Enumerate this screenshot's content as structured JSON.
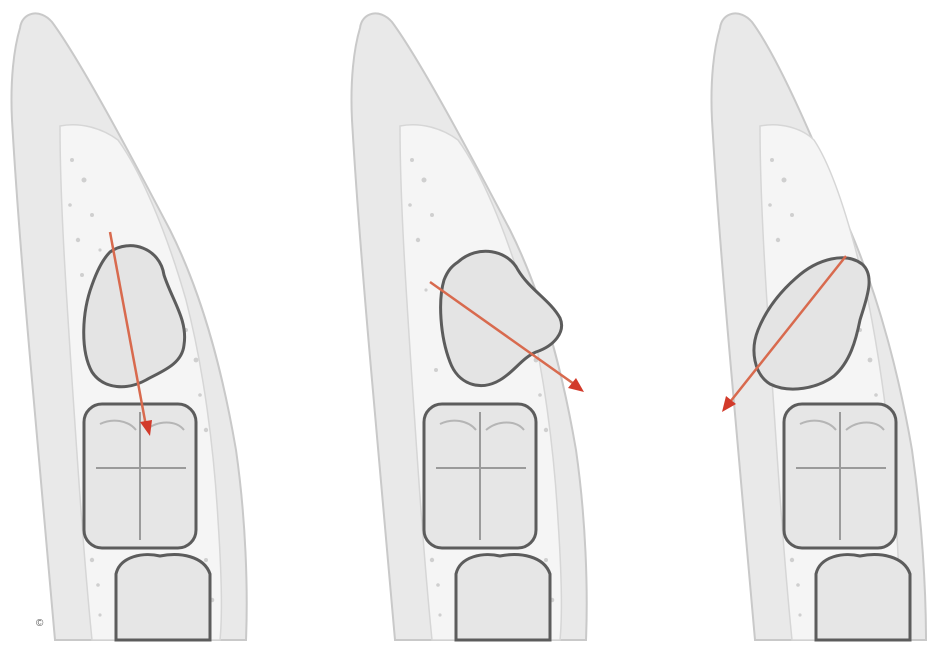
{
  "corner_label": "©",
  "colors": {
    "background": "#ffffff",
    "bone": "#ebebeb",
    "bone_shadow": "#cfcfcf",
    "cancellous": "#f6f6f6",
    "tooth": "#e6e6e6",
    "outline": "#5a5a5a",
    "arrow": "#d86a4e"
  },
  "panels": [
    {
      "id": "mesioangular",
      "impaction_direction": "mesial"
    },
    {
      "id": "horizontal",
      "impaction_direction": "horizontal"
    },
    {
      "id": "distoangular",
      "impaction_direction": "distal"
    }
  ]
}
